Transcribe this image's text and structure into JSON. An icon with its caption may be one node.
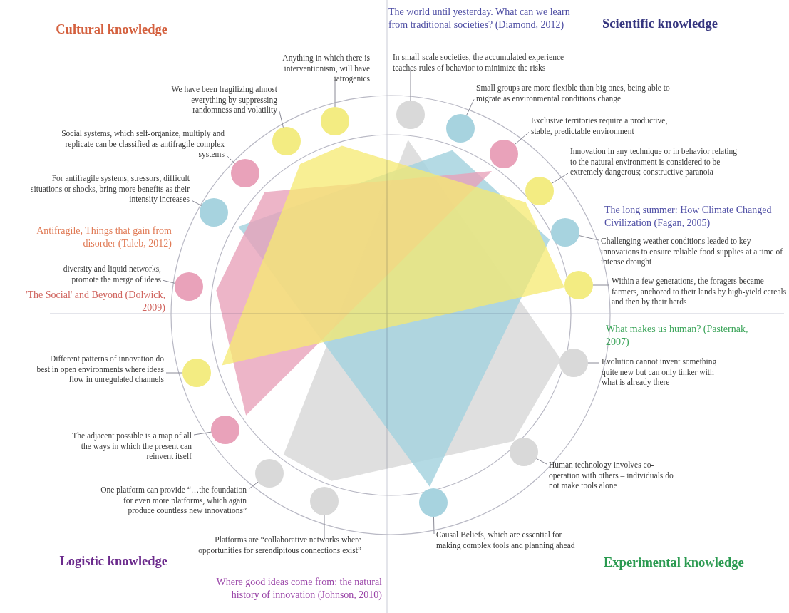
{
  "diagram": {
    "nodes": [
      {
        "text": [
          "Anything in which there is interventionism, will have iatrogenics"
        ]
      },
      {
        "text": [
          "We have been fragilizing almost everything by suppressing randomness and volatility"
        ]
      },
      {
        "text": [
          "Social systems, which self-organize, multiply and replicate can be classified as antifragile complex systems"
        ]
      },
      {
        "text": [
          "For antifragile systems, stressors, difficult situations or shocks, bring more benefits as their intensity increases"
        ]
      },
      {
        "text": [
          "diversity and liquid networks, promote the merge of ideas"
        ]
      },
      {
        "text": [
          "Different patterns of innovation do best in open environments where ideas flow in unregulated channels"
        ]
      },
      {
        "text": [
          "The adjacent possible is a map of all the ways in which the present can reinvent itself"
        ]
      },
      {
        "text": [
          "One platform can provide “…the foundation for even more platforms, which again produce countless new innovations”"
        ]
      },
      {
        "text": [
          "Platforms are “collaborative networks where opportunities for serendipitous connections exist”"
        ]
      },
      {
        "text": [
          "Causal Beliefs, which are essential for making complex tools and planning ahead"
        ]
      },
      {
        "text": [
          "Human technology involves co-operation with others – individuals do not make tools alone"
        ]
      },
      {
        "text": [
          "Evolution cannot invent something quite new but can only tinker with what is already there"
        ]
      },
      {
        "text": [
          "Within a few generations, the foragers became farmers, anchored to their lands by high-yield cereals and then by their herds"
        ]
      },
      {
        "text": [
          "Challenging weather conditions leaded to key innovations to ensure reliable food supplies at a time of intense drought"
        ]
      },
      {
        "text": [
          "Innovation in any technique or in behavior relating to the natural environment is considered to be extremely dangerous; constructive paranoia"
        ]
      },
      {
        "text": [
          "Exclusive territories require a productive, stable, predictable environment"
        ]
      },
      {
        "text": [
          "Small groups are more flexible than big ones, being able to migrate as environmental conditions change"
        ]
      },
      {
        "text": [
          "In small-scale societies, the accumulated experience teaches rules of behavior to minimize the risks"
        ]
      },
      {
        "text": [],
        "shape": "circle"
      },
      {
        "text": [],
        "shape": "circle"
      },
      {
        "text": [],
        "shape": "circle"
      },
      {
        "text": [],
        "shape": "circle"
      },
      {
        "text": [],
        "shape": "circle"
      },
      {
        "text": [],
        "shape": "circle"
      },
      {
        "text": [],
        "shape": "circle"
      },
      {
        "text": [],
        "shape": "circle"
      },
      {
        "text": [],
        "shape": "circle"
      },
      {
        "text": [],
        "shape": "circle"
      },
      {
        "text": [],
        "shape": "circle"
      },
      {
        "text": [],
        "shape": "circle"
      },
      {
        "text": [],
        "shape": "circle"
      },
      {
        "text": [],
        "shape": "circle"
      },
      {
        "text": [],
        "shape": "circle"
      },
      {
        "text": [],
        "shape": "circle"
      },
      {
        "text": [],
        "shape": "circle"
      },
      {
        "text": [],
        "shape": "circle"
      }
    ],
    "edges": [
      {
        "from": 0,
        "to": 18,
        "arrow": "none"
      },
      {
        "from": 1,
        "to": 19,
        "arrow": "none"
      },
      {
        "from": 2,
        "to": 20,
        "arrow": "none"
      },
      {
        "from": 3,
        "to": 21,
        "arrow": "none"
      },
      {
        "from": 4,
        "to": 22,
        "arrow": "none"
      },
      {
        "from": 5,
        "to": 23,
        "arrow": "none"
      },
      {
        "from": 6,
        "to": 24,
        "arrow": "none"
      },
      {
        "from": 7,
        "to": 25,
        "arrow": "none"
      },
      {
        "from": 8,
        "to": 26,
        "arrow": "none"
      },
      {
        "from": 9,
        "to": 27,
        "arrow": "none"
      },
      {
        "from": 10,
        "to": 28,
        "arrow": "none"
      },
      {
        "from": 11,
        "to": 29,
        "arrow": "none"
      },
      {
        "from": 12,
        "to": 30,
        "arrow": "none"
      },
      {
        "from": 13,
        "to": 31,
        "arrow": "none"
      },
      {
        "from": 14,
        "to": 32,
        "arrow": "none"
      },
      {
        "from": 15,
        "to": 33,
        "arrow": "none"
      },
      {
        "from": 16,
        "to": 34,
        "arrow": "none"
      },
      {
        "from": 17,
        "to": 35,
        "arrow": "none"
      }
    ],
    "labels": [
      "Cultural knowledge",
      "The world until yesterday. What can we learn from traditional societies? (Diamond, 2012)",
      "Scientific knowledge",
      "Antifragile, Things that gain from disorder (Taleb, 2012)",
      "'The Social' and Beyond (Dolwick, 2009)",
      "The long summer: How Climate Changed Civilization (Fagan, 2005)",
      "What makes us human? (Pasternak, 2007)",
      "Logistic knowledge",
      "Where good ideas come from: the natural history of innovation (Johnson, 2010)",
      "Experimental knowledge"
    ]
  }
}
